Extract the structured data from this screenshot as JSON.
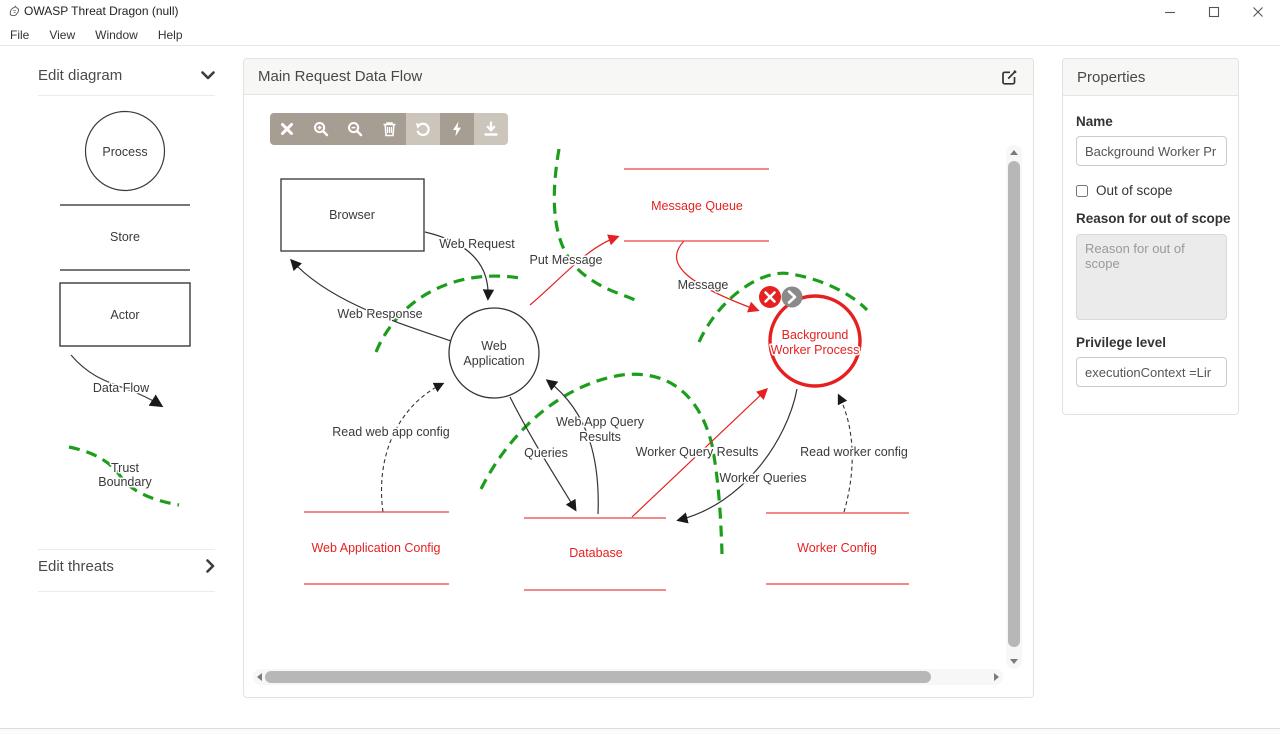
{
  "window": {
    "title": "OWASP Threat Dragon (null)"
  },
  "menu": {
    "items": [
      "File",
      "View",
      "Window",
      "Help"
    ]
  },
  "sidebar": {
    "edit_diagram_label": "Edit diagram",
    "edit_threats_label": "Edit threats",
    "stencils": {
      "process": "Process",
      "store": "Store",
      "actor": "Actor",
      "data_flow": "Data Flow",
      "trust_line1": "Trust",
      "trust_line2": "Boundary"
    }
  },
  "canvas": {
    "title": "Main Request Data Flow",
    "toolbar_icons": [
      "close-icon",
      "zoom-in-icon",
      "zoom-out-icon",
      "trash-icon",
      "undo-icon",
      "lightning-icon",
      "download-icon"
    ]
  },
  "diagram": {
    "nodes": {
      "browser": {
        "type": "actor",
        "label": "Browser"
      },
      "web_application": {
        "type": "process",
        "label_line1": "Web",
        "label_line2": "Application"
      },
      "message_queue": {
        "type": "store",
        "label": "Message Queue",
        "color": "red"
      },
      "background_worker_process": {
        "type": "process",
        "label_line1": "Background",
        "label_line2": "Worker Process",
        "color": "red",
        "selected": true
      },
      "web_application_config": {
        "type": "store",
        "label": "Web Application Config",
        "color": "red"
      },
      "database": {
        "type": "store",
        "label": "Database",
        "color": "red"
      },
      "worker_config": {
        "type": "store",
        "label": "Worker Config",
        "color": "red"
      }
    },
    "flows": {
      "web_request": {
        "label": "Web Request"
      },
      "web_response": {
        "label": "Web Response"
      },
      "put_message": {
        "label": "Put Message",
        "color": "red"
      },
      "message": {
        "label": "Message",
        "color": "red"
      },
      "queries": {
        "label": "Queries"
      },
      "web_app_query_results": {
        "label_line1": "Web App Query",
        "label_line2": "Results"
      },
      "worker_query_results": {
        "label": "Worker Query Results",
        "color": "red"
      },
      "worker_queries": {
        "label": "Worker Queries"
      },
      "read_web_app_config": {
        "label": "Read web app config",
        "style": "dashed"
      },
      "read_worker_config": {
        "label": "Read worker config",
        "style": "dashed"
      }
    },
    "trust_boundaries_count": 4
  },
  "properties": {
    "title": "Properties",
    "name_label": "Name",
    "name_value": "Background Worker Pr",
    "out_of_scope_label": "Out of scope",
    "reason_label": "Reason for out of scope",
    "reason_placeholder": "Reason for out of scope",
    "privilege_label": "Privilege level",
    "privilege_value": "executionContext =Lir"
  },
  "colors": {
    "red": "#e62121",
    "store_line_red": "#e64545",
    "green": "#1c9e1c",
    "toolbar_dark": "#a79e93",
    "toolbar_light": "#cbc5bc",
    "panel_header_bg": "#f7f7f5"
  }
}
